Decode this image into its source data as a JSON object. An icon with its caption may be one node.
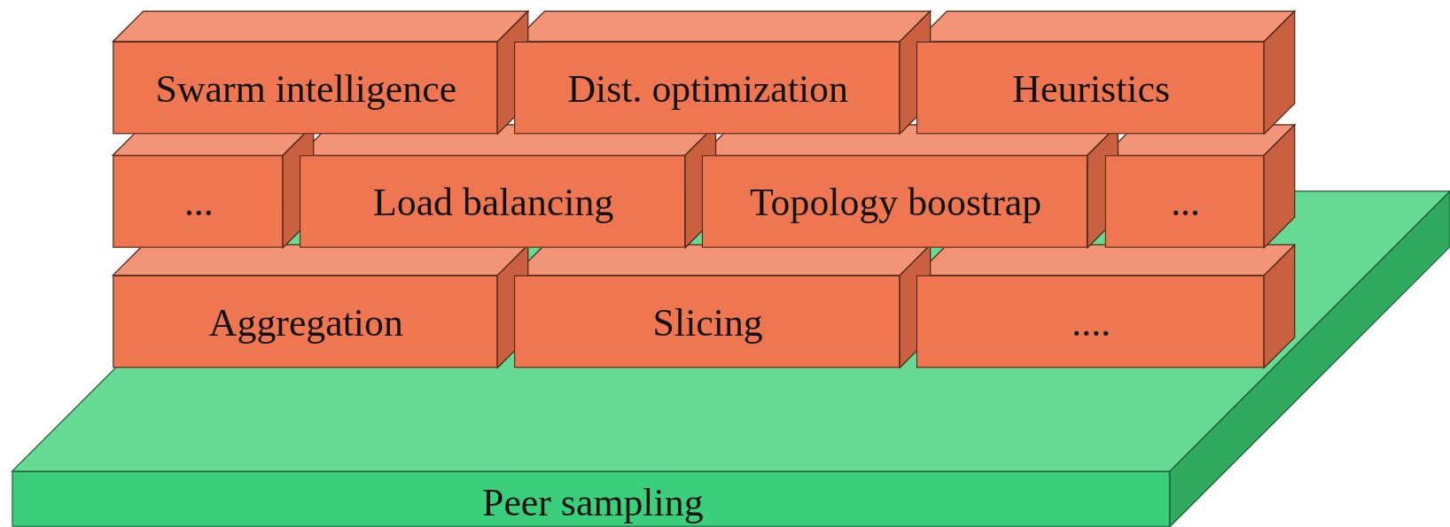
{
  "diagram": {
    "nodes": [
      {
        "text": [
          "Swarm intelligence"
        ]
      },
      {
        "text": [
          "Dist. optimization"
        ]
      },
      {
        "text": [
          "Heuristics"
        ]
      },
      {
        "text": [
          "..."
        ]
      },
      {
        "text": [
          "Load balancing"
        ]
      },
      {
        "text": [
          "Topology boostrap"
        ]
      },
      {
        "text": [
          "..."
        ]
      },
      {
        "text": [
          "Aggregation"
        ]
      },
      {
        "text": [
          "Slicing"
        ]
      },
      {
        "text": [
          "...."
        ]
      },
      {
        "text": [
          "Peer sampling"
        ]
      }
    ]
  }
}
